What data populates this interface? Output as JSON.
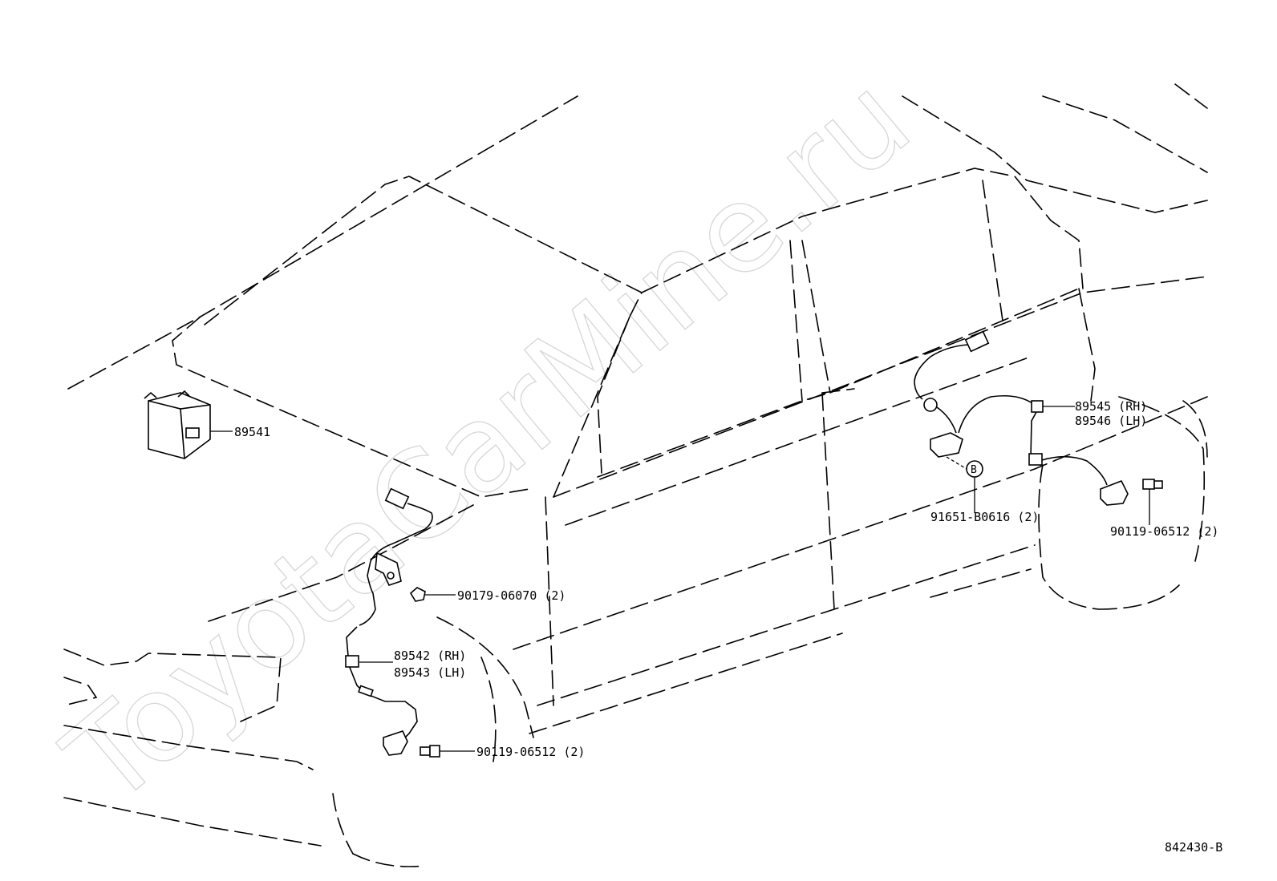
{
  "watermark": "ToyotaCarMine.ru",
  "diagram_code": "842430-B",
  "callout_b": "B",
  "parts": {
    "ecu": "89541",
    "front_sensor_rh": "89542 (RH)",
    "front_sensor_lh": "89543 (LH)",
    "front_clip": "90179-06070 (2)",
    "front_bolt": "90119-06512 (2)",
    "rear_sensor_rh": "89545 (RH)",
    "rear_sensor_lh": "89546 (LH)",
    "rear_clamp": "91651-B0616 (2)",
    "rear_bolt": "90119-06512 (2)"
  }
}
